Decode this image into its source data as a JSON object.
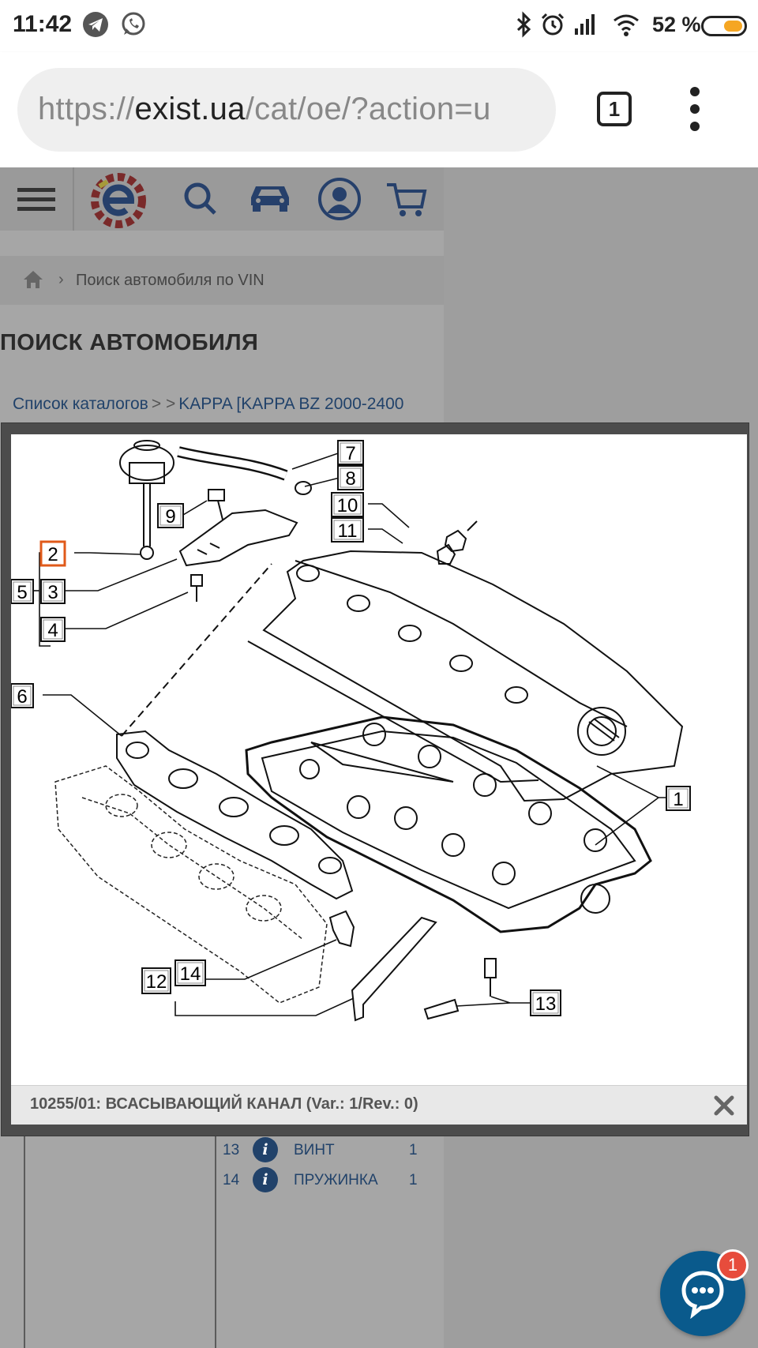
{
  "status_bar": {
    "time": "11:42",
    "battery_percent": "52 %",
    "battery_level": 0.52,
    "icons": [
      "telegram-icon",
      "whatsapp-icon",
      "bluetooth-icon",
      "alarm-icon",
      "signal-icon",
      "wifi-icon",
      "battery-icon"
    ]
  },
  "browser": {
    "url_scheme": "https://",
    "url_host": "exist.ua",
    "url_path": "/cat/oe/?action=u",
    "tab_count": "1"
  },
  "site_header": {
    "icons": [
      "menu-icon",
      "exist-logo",
      "search-icon",
      "car-icon",
      "account-icon",
      "cart-icon"
    ],
    "brand_colors": {
      "blue": "#2b5b9c",
      "red": "#d8222a",
      "yellow": "#f2c200"
    }
  },
  "breadcrumb": {
    "item": "Поиск автомобиля по VIN"
  },
  "page_title": "ПОИСК АВТОМОБИЛЯ",
  "catalog_path": {
    "first": "Список каталогов",
    "second": "KAPPA [KAPPA BZ 2000-2400"
  },
  "modal": {
    "callouts": [
      "1",
      "2",
      "3",
      "4",
      "5",
      "6",
      "7",
      "8",
      "9",
      "10",
      "11",
      "12",
      "13",
      "14"
    ],
    "selected_callout": "2",
    "caption": "10255/01: ВСАСЫВАЮЩИЙ КАНАЛ (Var.: 1/Rev.: 0)"
  },
  "parts_list": [
    {
      "num": "13",
      "name": "ВИНТ",
      "qty": "1"
    },
    {
      "num": "14",
      "name": "ПРУЖИНКА",
      "qty": "1"
    }
  ],
  "chat": {
    "badge": "1"
  }
}
